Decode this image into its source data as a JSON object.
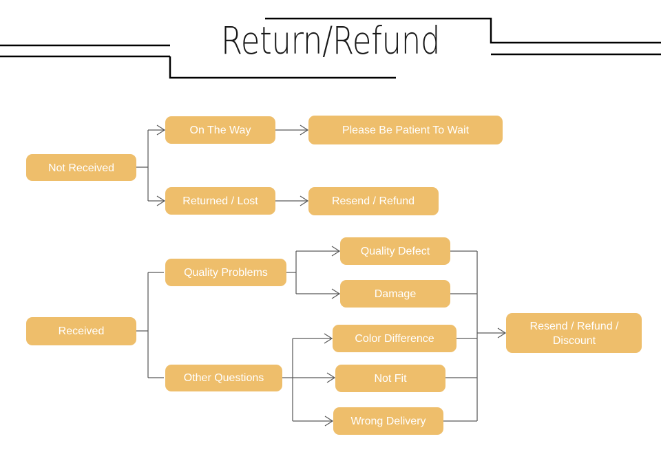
{
  "page": {
    "title": "Return/Refund",
    "background_color": "#ffffff",
    "node_color": "#eebe6b",
    "node_text_color": "#ffffff",
    "connector_color": "#595959",
    "title_color": "#1a1a1a"
  },
  "diagram": {
    "type": "flowchart",
    "orientation": "left-to-right",
    "branches": [
      {
        "id": "not-received",
        "root": "Not Received",
        "paths": [
          {
            "stage": "On The Way",
            "outcome": "Please Be Patient To Wait"
          },
          {
            "stage": "Returned / Lost",
            "outcome": "Resend / Refund"
          }
        ]
      },
      {
        "id": "received",
        "root": "Received",
        "groups": [
          {
            "label": "Quality Problems",
            "reasons": [
              "Quality Defect",
              "Damage"
            ]
          },
          {
            "label": "Other Questions",
            "reasons": [
              "Color Difference",
              "Not Fit",
              "Wrong Delivery"
            ]
          }
        ],
        "outcome": "Resend / Refund / Discount"
      }
    ],
    "nodes": {
      "not_received": "Not Received",
      "on_the_way": "On The Way",
      "please_be_patient": "Please Be Patient To Wait",
      "returned_lost": "Returned / Lost",
      "resend_refund": "Resend / Refund",
      "received": "Received",
      "quality_problems": "Quality Problems",
      "other_questions": "Other Questions",
      "quality_defect": "Quality Defect",
      "damage": "Damage",
      "color_difference": "Color Difference",
      "not_fit": "Not Fit",
      "wrong_delivery": "Wrong Delivery",
      "resend_refund_discount_line1": "Resend / Refund /",
      "resend_refund_discount_line2": "Discount"
    }
  }
}
